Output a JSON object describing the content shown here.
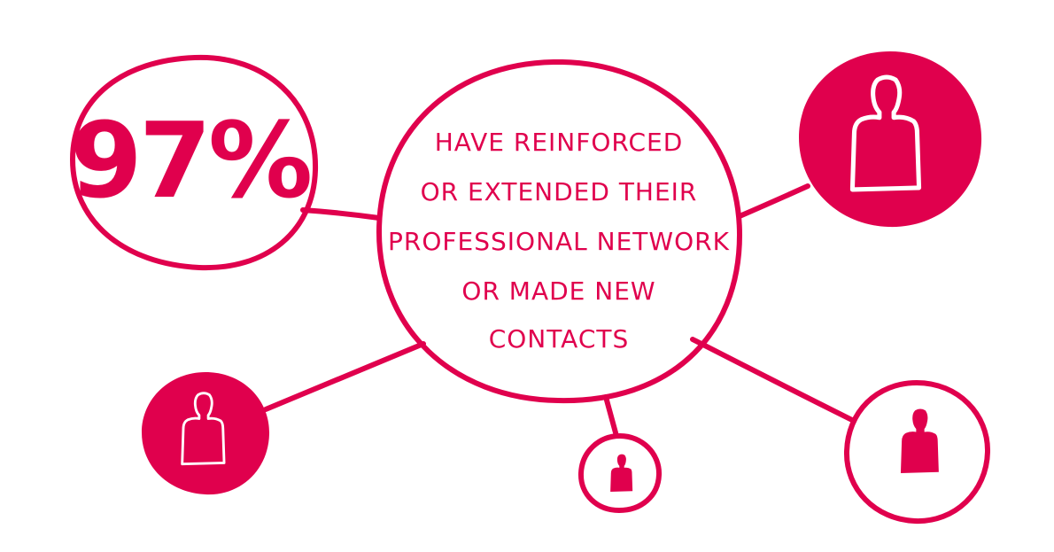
{
  "colors": {
    "accent": "#e0004d",
    "background": "#ffffff"
  },
  "stat": {
    "value": "97%"
  },
  "center": {
    "lines": [
      "HAVE REINFORCED",
      "OR EXTENDED THEIR",
      "PROFESSIONAL NETWORK",
      "OR MADE NEW",
      "CONTACTS"
    ]
  },
  "nodes": [
    {
      "name": "person-node-top-right",
      "style": "filled",
      "icon": "person-outline-icon"
    },
    {
      "name": "person-node-bottom-left",
      "style": "filled",
      "icon": "person-outline-icon"
    },
    {
      "name": "person-node-bottom-center",
      "style": "outline",
      "icon": "person-solid-icon"
    },
    {
      "name": "person-node-bottom-right",
      "style": "outline",
      "icon": "person-solid-icon"
    }
  ]
}
